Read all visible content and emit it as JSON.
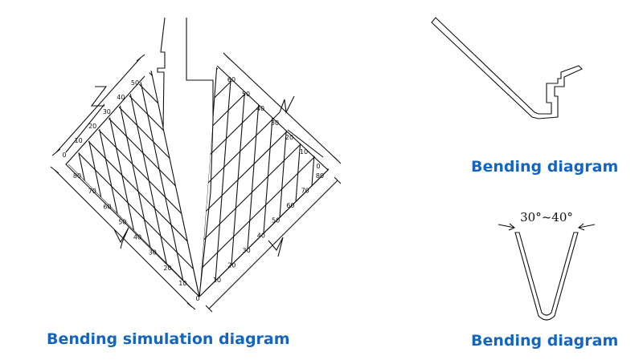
{
  "colors": {
    "caption": "#1565c0",
    "line": "#111111"
  },
  "captions": {
    "simulation": "Bending simulation diagram",
    "bend1": "Bending diagram",
    "bend2": "Bending diagram"
  },
  "angle_label": "30°~40°",
  "scales": {
    "upper_left": [
      "50",
      "40",
      "30",
      "20",
      "10",
      "0"
    ],
    "lower_left": [
      "80",
      "70",
      "60",
      "50",
      "40",
      "30",
      "20",
      "10",
      "0"
    ],
    "upper_right": [
      "60",
      "50",
      "40",
      "30",
      "20",
      "10",
      "0"
    ],
    "lower_right": [
      "80",
      "70",
      "60",
      "50",
      "40",
      "30",
      "20",
      "10"
    ]
  }
}
